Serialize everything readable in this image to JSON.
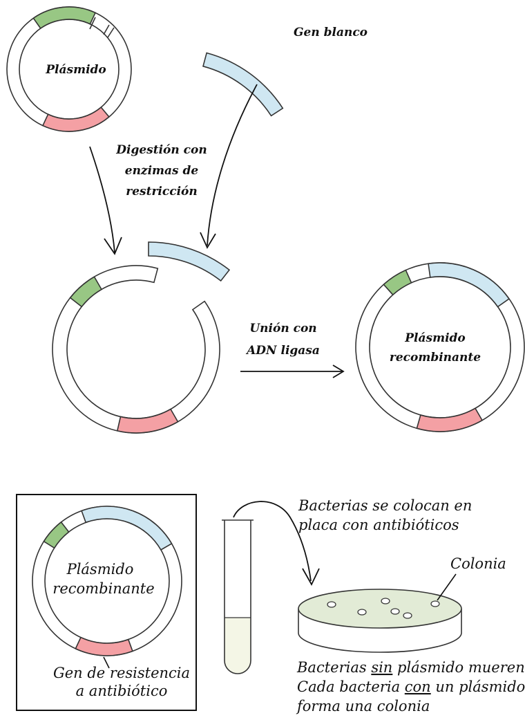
{
  "colors": {
    "green": "#98c784",
    "blue": "#cfe7f2",
    "red": "#f4a0a4",
    "outline": "#333333",
    "agar": "#e2ebd6",
    "tube_liquid": "#f4f6e6"
  },
  "top": {
    "plasmid_label": "Plásmido",
    "target_gene_label": "Gen blanco",
    "digestion_line1": "Digestión con",
    "digestion_line2": "enzimas de",
    "digestion_line3": "restricción",
    "ligase_line1": "Unión con",
    "ligase_line2": "ADN ligasa",
    "recombinant_line1": "Plásmido",
    "recombinant_line2": "recombinante"
  },
  "bottom": {
    "box_plasmid_line1": "Plásmido",
    "box_plasmid_line2": "recombinante",
    "resistance_line1": "Gen de resistencia",
    "resistance_line2": "a antibiótico",
    "bacteria_line1": "Bacterias se colocan en",
    "bacteria_line2": "placa con antibióticos",
    "colony_label": "Colonia",
    "result_line1_a": "Bacterias ",
    "result_line1_u": "sin",
    "result_line1_b": " plásmido mueren",
    "result_line2_a": "Cada bacteria ",
    "result_line2_u": "con",
    "result_line2_b": " un plásmido",
    "result_line3": "forma una colonia"
  }
}
